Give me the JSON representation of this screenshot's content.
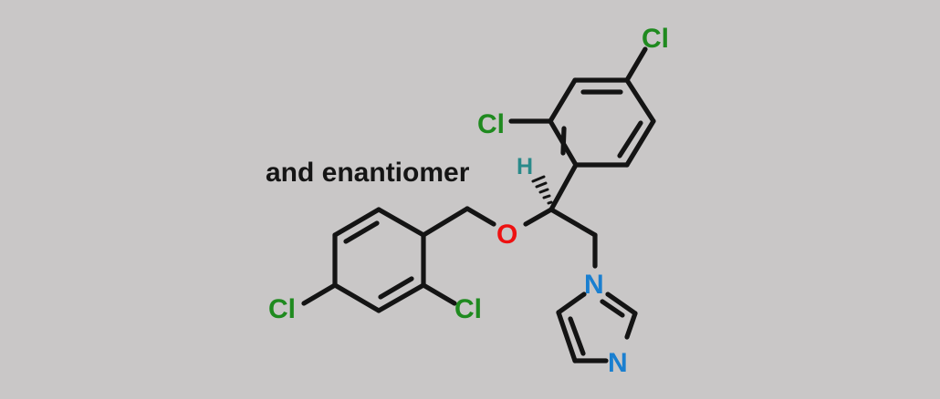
{
  "caption": "and enantiomer",
  "labels": {
    "cl_top": "Cl",
    "cl_ring_upper": "Cl",
    "hydrogen": "H",
    "oxygen": "O",
    "nitrogen_imidazole_1": "N",
    "nitrogen_imidazole_3": "N",
    "cl_para_lower": "Cl",
    "cl_ortho_lower": "Cl"
  },
  "colors": {
    "chlorine": "#1f8a1f",
    "oxygen": "#ee1111",
    "nitrogen": "#1a7fd0",
    "hydrogen": "#2a8a8a",
    "bond": "#141414",
    "background": "#c9c7c7"
  }
}
